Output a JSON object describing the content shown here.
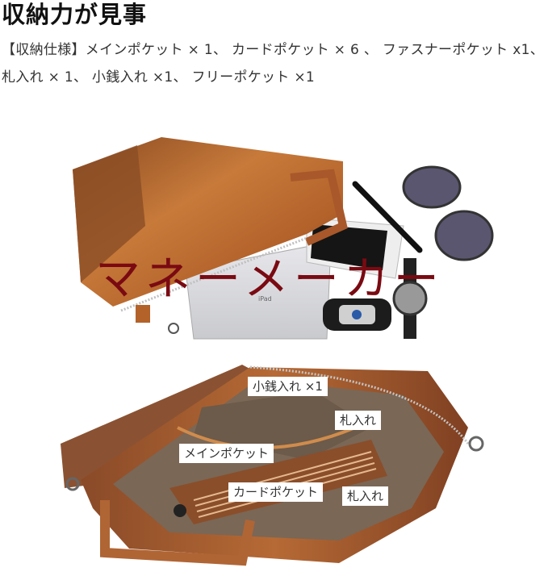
{
  "heading": "収納力が見事",
  "spec": {
    "line1": "【収納仕様】メインポケット × 1、 カードポケット × 6 、 ファスナーポケット x1、",
    "line2": "札入れ × 1、 小銭入れ ×1、 フリーポケット ×1"
  },
  "photo_top": {
    "alt": "leather clutch bag with iPad, smartphone, pen, sunglasses, car key and watch",
    "ipad_label": "iPad"
  },
  "watermark": "マネーメーカー",
  "photo_bottom": {
    "alt": "opened leather clutch interior",
    "callouts": [
      {
        "label": "小銭入れ ×1"
      },
      {
        "label": "札入れ"
      },
      {
        "label": "メインポケット"
      },
      {
        "label": "カードポケット"
      },
      {
        "label": "札入れ"
      }
    ]
  },
  "colors": {
    "leather": "#b5652a",
    "watermark": "#7a0a12",
    "interior": "#7d6a58"
  }
}
